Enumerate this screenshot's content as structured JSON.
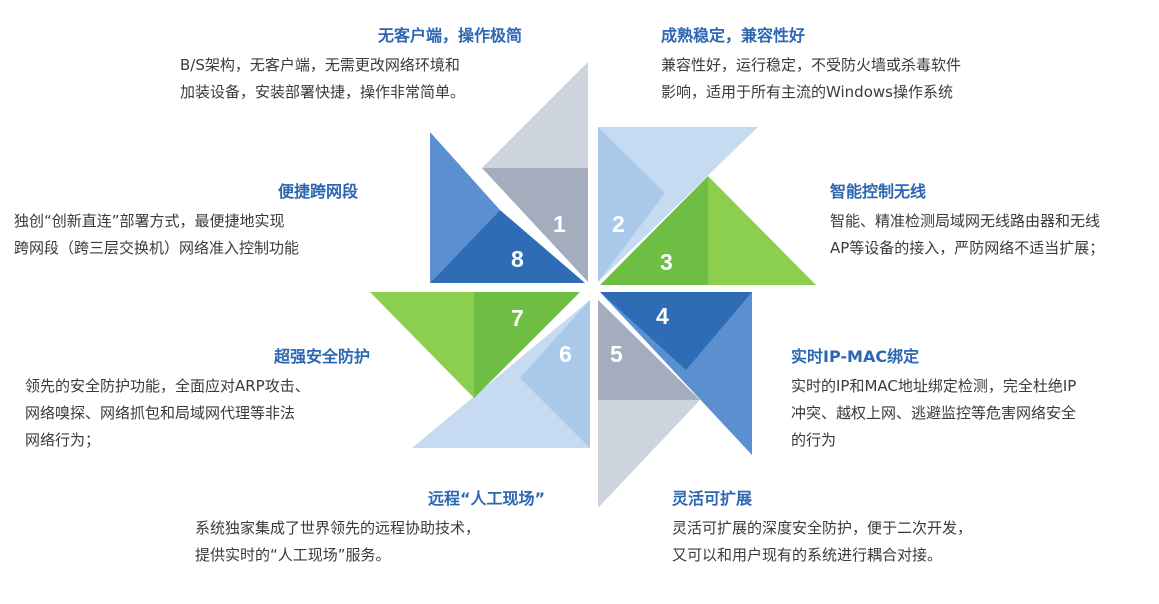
{
  "features": [
    {
      "id": "f1",
      "number": "1",
      "title": "无客户端，操作极简",
      "lines": [
        "B/S架构，无客户端，无需更改网络环境和",
        "加装设备，安装部署快捷，操作非常简单。"
      ]
    },
    {
      "id": "f2",
      "number": "2",
      "title": "成熟稳定，兼容性好",
      "lines": [
        "兼容性好，运行稳定，不受防火墙或杀毒软件",
        "影响，适用于所有主流的Windows操作系统"
      ]
    },
    {
      "id": "f3",
      "number": "3",
      "title": "智能控制无线",
      "lines": [
        "智能、精准检测局域网无线路由器和无线",
        "AP等设备的接入，严防网络不适当扩展；"
      ]
    },
    {
      "id": "f4",
      "number": "4",
      "title": "实时IP-MAC绑定",
      "lines": [
        "实时的IP和MAC地址绑定检测，完全杜绝IP",
        "冲突、越权上网、逃避监控等危害网络安全",
        "的行为"
      ]
    },
    {
      "id": "f5",
      "number": "5",
      "title": "灵活可扩展",
      "lines": [
        "灵活可扩展的深度安全防护，便于二次开发，",
        "又可以和用户现有的系统进行耦合对接。"
      ]
    },
    {
      "id": "f6",
      "number": "6",
      "title": "远程“人工现场”",
      "lines": [
        "系统独家集成了世界领先的远程协助技术，",
        "提供实时的“人工现场”服务。"
      ]
    },
    {
      "id": "f7",
      "number": "7",
      "title": "超强安全防护",
      "lines": [
        "领先的安全防护功能，全面应对ARP攻击、",
        "网络嗅探、网络抓包和局域网代理等非法",
        "网络行为；"
      ]
    },
    {
      "id": "f8",
      "number": "8",
      "title": "便捷跨网段",
      "lines": [
        "独创“创新直连”部署方式，最便捷地实现",
        "跨网段（跨三层交换机）网络准入控制功能"
      ]
    }
  ],
  "colors": {
    "blue_dark": "#2e6db5",
    "blue_mid": "#5b8fcf",
    "blue_light": "#a9c8ea",
    "blue_pale": "#c6dbf1",
    "green_dark": "#6fbe44",
    "green_light": "#8ccf4f",
    "gray_dark": "#a4adbe",
    "gray_light": "#cdd4de",
    "title": "#2d67b3",
    "text": "#3a3a3a"
  }
}
